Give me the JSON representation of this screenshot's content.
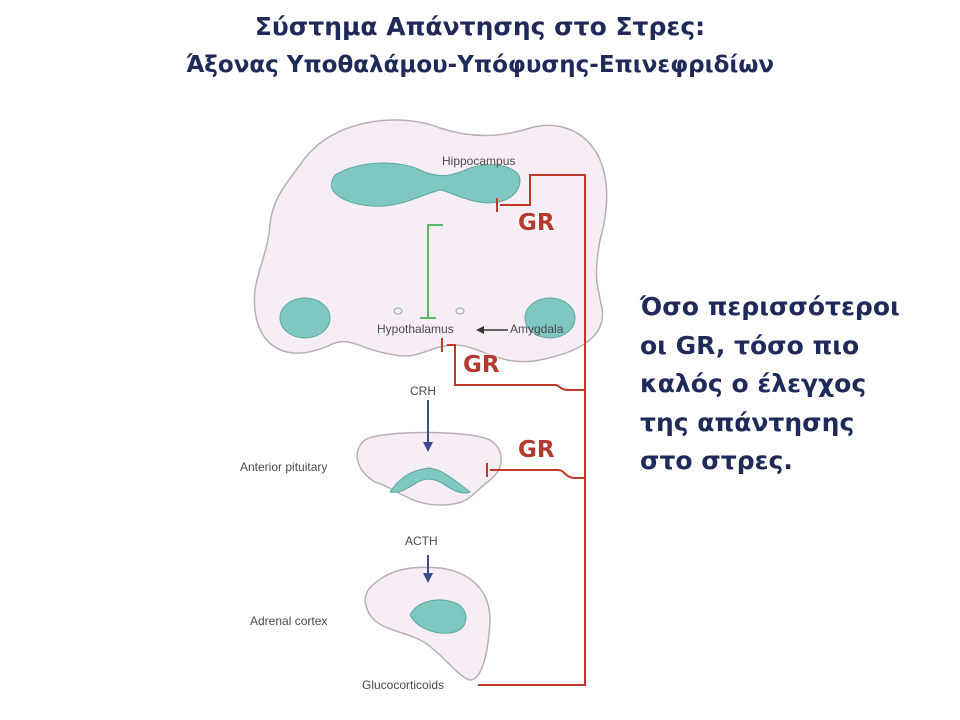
{
  "title": {
    "line1": "Σύστημα Απάντησης στο Στρες:",
    "line2": "Άξονας Υποθαλάμου-Υπόφυσης-Επινεφριδίων"
  },
  "note": {
    "lines": [
      "Όσο περισσότεροι",
      "οι GR, τόσο πιο",
      "καλός ο έλεγχος",
      "της απάντησης",
      "στο στρες."
    ]
  },
  "labels": {
    "hippocampus": "Hippocampus",
    "hypothalamus": "Hypothalamus",
    "amygdala": "Amygdala",
    "crh": "CRH",
    "anterior_pituitary": "Anterior pituitary",
    "acth": "ACTH",
    "adrenal_cortex": "Adrenal cortex",
    "glucocorticoids": "Glucocorticoids"
  },
  "receptor": {
    "hippocampus": "GR",
    "hypothalamus": "GR",
    "pituitary": "GR"
  },
  "colors": {
    "title_text": "#1f2a5a",
    "feedback_line": "#c0392b",
    "gr_label": "#b23a2f",
    "tissue_fill": "#f7eef5",
    "tissue_stroke": "#b9aeb8",
    "teal_fill": "#7fc7c0",
    "green_line": "#5cb85c",
    "arrow_line": "#3b4a8a"
  }
}
